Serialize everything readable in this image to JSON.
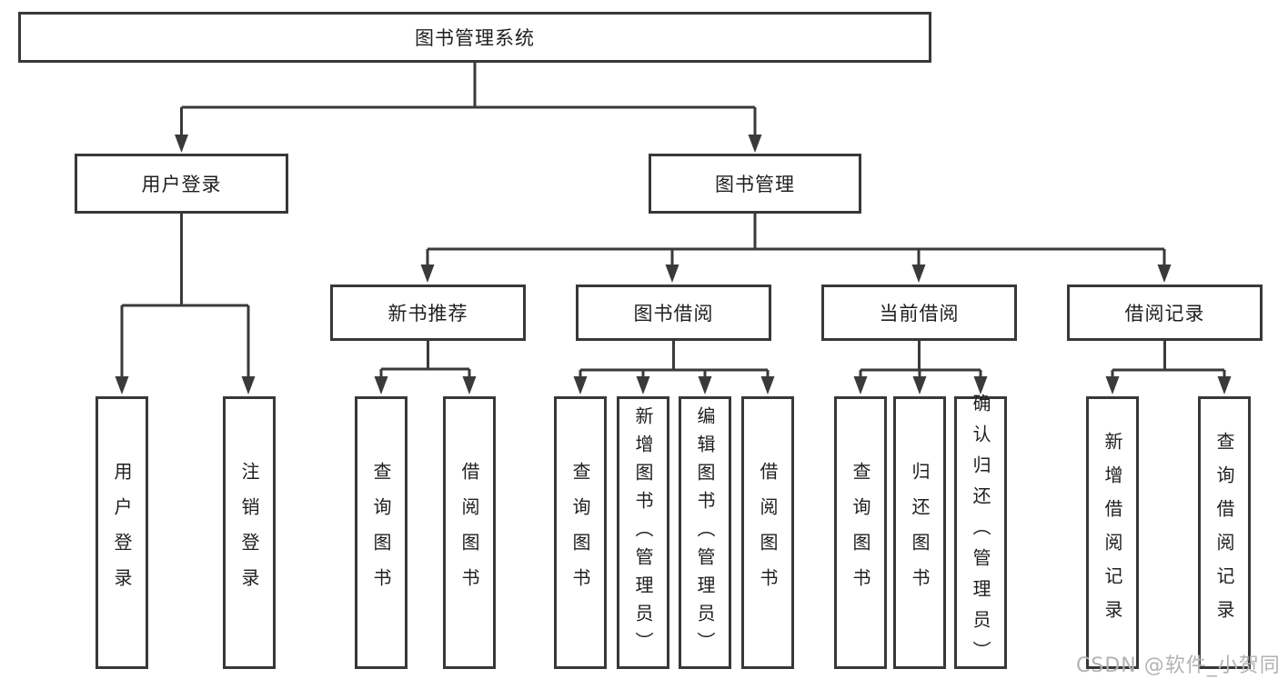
{
  "diagram": {
    "title": "图书管理系统",
    "level2": [
      "用户登录",
      "图书管理"
    ],
    "level3": [
      "新书推荐",
      "图书借阅",
      "当前借阅",
      "借阅记录"
    ],
    "leaves": {
      "user_login": [
        "用户登录",
        "注销登录"
      ],
      "new_book": [
        "查询图书",
        "借阅图书"
      ],
      "book_borrow": [
        "查询图书",
        "新增图书（管理员）",
        "编辑图书（管理员）",
        "借阅图书"
      ],
      "current_borrow": [
        "查询图书",
        "归还图书",
        "确认归还（管理员）"
      ],
      "borrow_record": [
        "新增借阅记录",
        "查询借阅记录"
      ]
    }
  },
  "colors": {
    "line": "#3a3a3a",
    "border": "#383838",
    "text": "#1f1f1f",
    "watermark": "#b3b3b3",
    "background": "#ffffff"
  },
  "watermark": "CSDN @软件_小贺同学"
}
